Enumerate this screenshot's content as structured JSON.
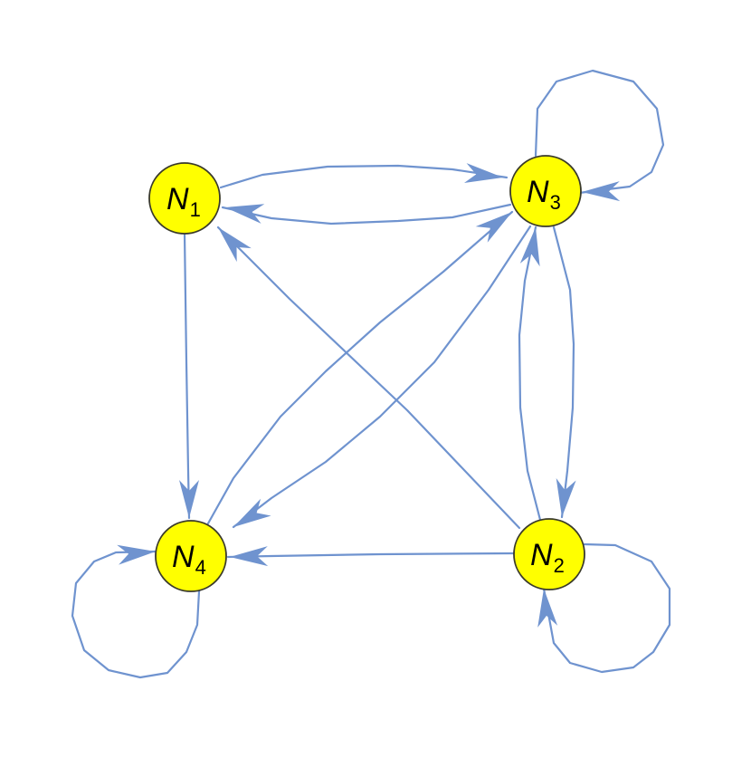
{
  "colors": {
    "edge": "#6f93cf",
    "node_fill": "#ffff00",
    "node_stroke": "#3a3a2a"
  },
  "nodes": [
    {
      "id": "N1",
      "letter": "N",
      "sub": "1"
    },
    {
      "id": "N2",
      "letter": "N",
      "sub": "2"
    },
    {
      "id": "N3",
      "letter": "N",
      "sub": "3"
    },
    {
      "id": "N4",
      "letter": "N",
      "sub": "4"
    }
  ],
  "edges": [
    {
      "from": "N1",
      "to": "N3"
    },
    {
      "from": "N3",
      "to": "N1"
    },
    {
      "from": "N1",
      "to": "N4"
    },
    {
      "from": "N2",
      "to": "N1"
    },
    {
      "from": "N3",
      "to": "N2"
    },
    {
      "from": "N2",
      "to": "N3"
    },
    {
      "from": "N3",
      "to": "N4"
    },
    {
      "from": "N4",
      "to": "N3"
    },
    {
      "from": "N2",
      "to": "N4"
    },
    {
      "from": "N3",
      "to": "N3"
    },
    {
      "from": "N2",
      "to": "N2"
    },
    {
      "from": "N4",
      "to": "N4"
    }
  ]
}
